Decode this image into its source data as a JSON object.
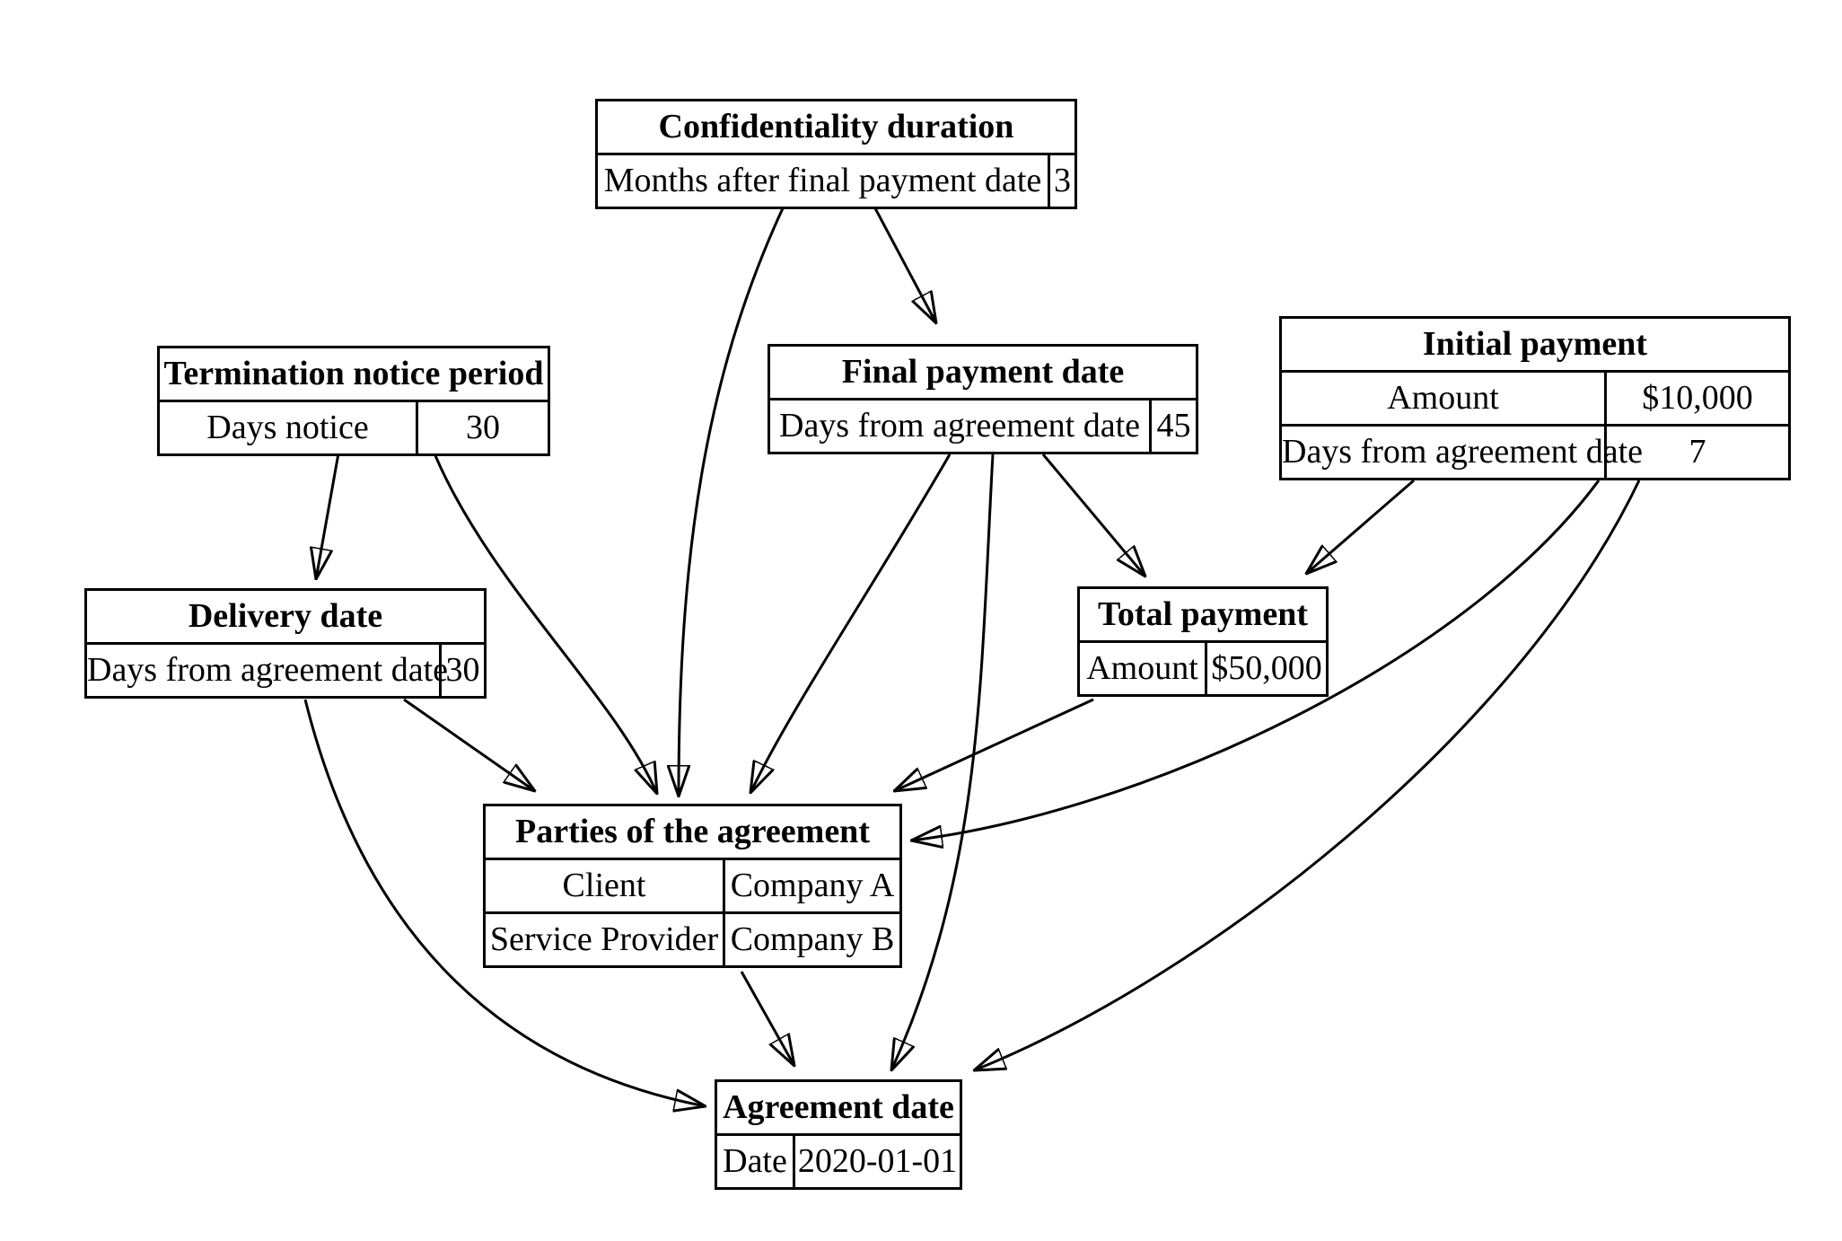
{
  "diagram": {
    "background_color": "#ffffff",
    "line_color": "#000000",
    "description": "Contract terms dependency diagram"
  },
  "nodes": {
    "confidentiality_duration": {
      "title": "Confidentiality duration",
      "rows": [
        {
          "label": "Months after final payment date",
          "value": "3"
        }
      ]
    },
    "termination_notice_period": {
      "title": "Termination notice period",
      "rows": [
        {
          "label": "Days notice",
          "value": "30"
        }
      ]
    },
    "final_payment_date": {
      "title": "Final payment date",
      "rows": [
        {
          "label": "Days from agreement date",
          "value": "45"
        }
      ]
    },
    "initial_payment": {
      "title": "Initial payment",
      "rows": [
        {
          "label": "Amount",
          "value": "$10,000"
        },
        {
          "label": "Days from agreement date",
          "value": "7"
        }
      ]
    },
    "delivery_date": {
      "title": "Delivery date",
      "rows": [
        {
          "label": "Days from agreement date",
          "value": "30"
        }
      ]
    },
    "total_payment": {
      "title": "Total payment",
      "rows": [
        {
          "label": "Amount",
          "value": "$50,000"
        }
      ]
    },
    "parties_of_the_agreement": {
      "title": "Parties of the agreement",
      "rows": [
        {
          "label": "Client",
          "value": "Company A"
        },
        {
          "label": "Service Provider",
          "value": "Company B"
        }
      ]
    },
    "agreement_date": {
      "title": "Agreement date",
      "rows": [
        {
          "label": "Date",
          "value": "2020-01-01"
        }
      ]
    }
  },
  "edges": [
    {
      "from": "confidentiality_duration",
      "to": "final_payment_date"
    },
    {
      "from": "confidentiality_duration",
      "to": "parties_of_the_agreement"
    },
    {
      "from": "termination_notice_period",
      "to": "delivery_date"
    },
    {
      "from": "termination_notice_period",
      "to": "parties_of_the_agreement"
    },
    {
      "from": "final_payment_date",
      "to": "parties_of_the_agreement"
    },
    {
      "from": "final_payment_date",
      "to": "total_payment"
    },
    {
      "from": "final_payment_date",
      "to": "agreement_date"
    },
    {
      "from": "initial_payment",
      "to": "total_payment"
    },
    {
      "from": "initial_payment",
      "to": "parties_of_the_agreement"
    },
    {
      "from": "initial_payment",
      "to": "agreement_date"
    },
    {
      "from": "delivery_date",
      "to": "parties_of_the_agreement"
    },
    {
      "from": "delivery_date",
      "to": "agreement_date"
    },
    {
      "from": "total_payment",
      "to": "parties_of_the_agreement"
    },
    {
      "from": "parties_of_the_agreement",
      "to": "agreement_date"
    }
  ]
}
